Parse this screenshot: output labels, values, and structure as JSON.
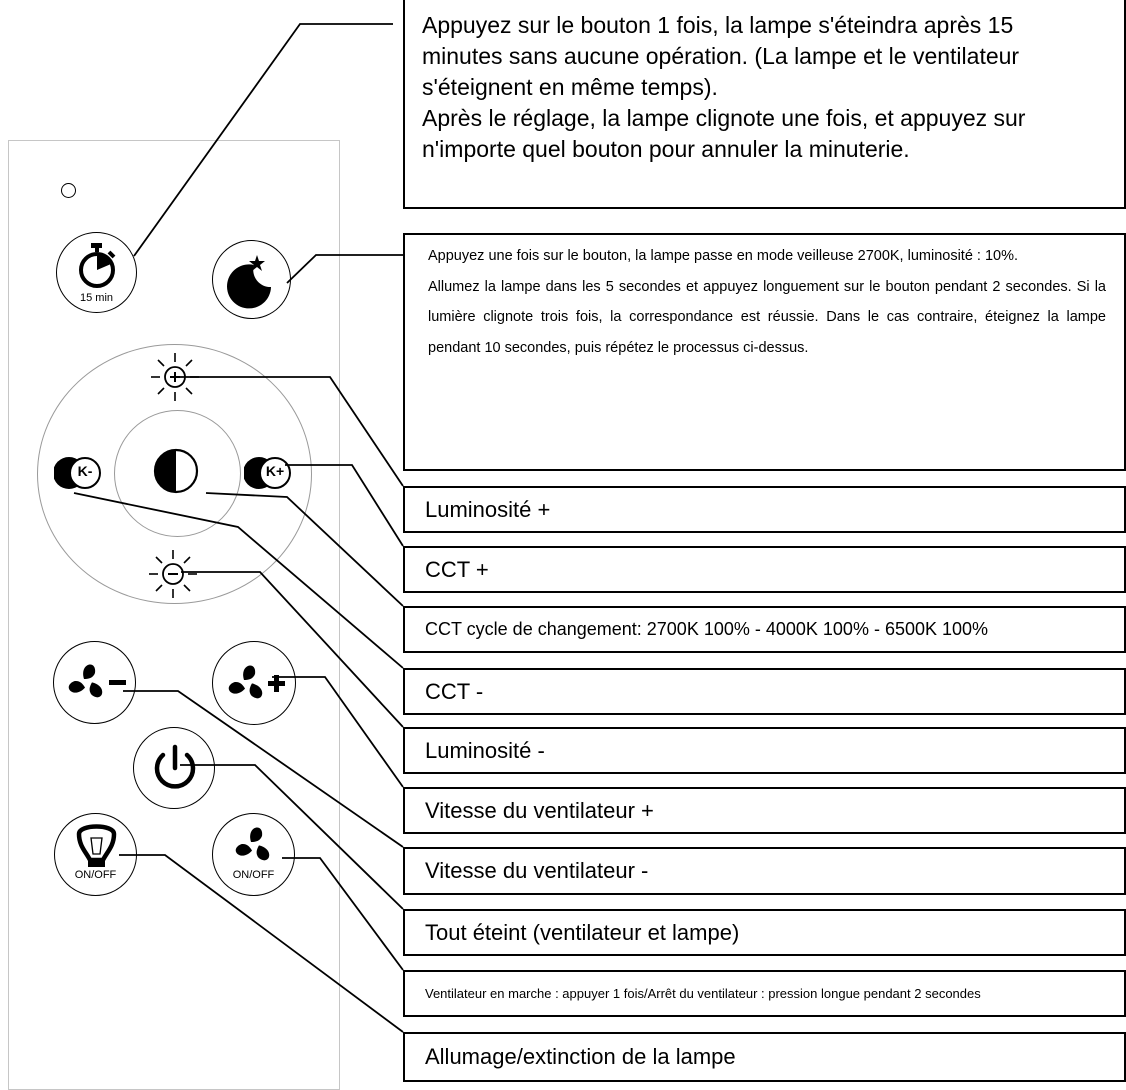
{
  "timer_button": {
    "label": "15 min",
    "icon": "stopwatch-icon"
  },
  "night_button": {
    "icon": "moon-stars-icon"
  },
  "brightness_up_button": {
    "icon": "sun-plus-icon"
  },
  "brightness_down_button": {
    "icon": "sun-minus-icon"
  },
  "cct_cycle_button": {
    "icon": "half-circle-icon"
  },
  "cct_minus_button": {
    "label": "K-",
    "icon": "k-minus-icon"
  },
  "cct_plus_button": {
    "label": "K+",
    "icon": "k-plus-icon"
  },
  "fan_minus_button": {
    "icon": "fan-minus-icon"
  },
  "fan_plus_button": {
    "icon": "fan-plus-icon"
  },
  "power_button": {
    "icon": "power-icon"
  },
  "lamp_toggle_button": {
    "label": "ON/OFF",
    "icon": "lamp-icon"
  },
  "fan_toggle_button": {
    "label": "ON/OFF",
    "icon": "fan-icon"
  },
  "callouts": {
    "timer": [
      "Appuyez sur le bouton 1 fois, la lampe s'éteindra après 15",
      "minutes sans aucune opération. (La lampe et le ventilateur",
      "s'éteignent en même temps).",
      "Après le réglage, la lampe clignote une fois, et appuyez sur",
      "n'importe quel bouton pour annuler la minuterie."
    ],
    "night": [
      "Appuyez une fois sur le bouton, la lampe passe en mode veilleuse 2700K, luminosité : 10%.",
      "Allumez la lampe dans les 5 secondes et appuyez longuement sur le bouton pendant 2 secondes. Si la lumière clignote trois fois, la correspondance est réussie. Dans le cas contraire, éteignez la lampe pendant 10 secondes, puis répétez le processus ci-dessus."
    ],
    "brightness_up": "Luminosité +",
    "cct_plus": "CCT +",
    "cct_cycle": "CCT cycle de changement: 2700K 100% - 4000K 100% - 6500K 100%",
    "cct_minus": "CCT -",
    "brightness_down": "Luminosité -",
    "fan_speed_up": "Vitesse du ventilateur +",
    "fan_speed_down": "Vitesse du ventilateur -",
    "all_off": "Tout éteint (ventilateur et lampe)",
    "fan_toggle": "Ventilateur en marche : appuyer 1 fois/Arrêt du ventilateur : pression longue pendant 2 secondes",
    "lamp_toggle": "Allumage/extinction de la lampe"
  }
}
